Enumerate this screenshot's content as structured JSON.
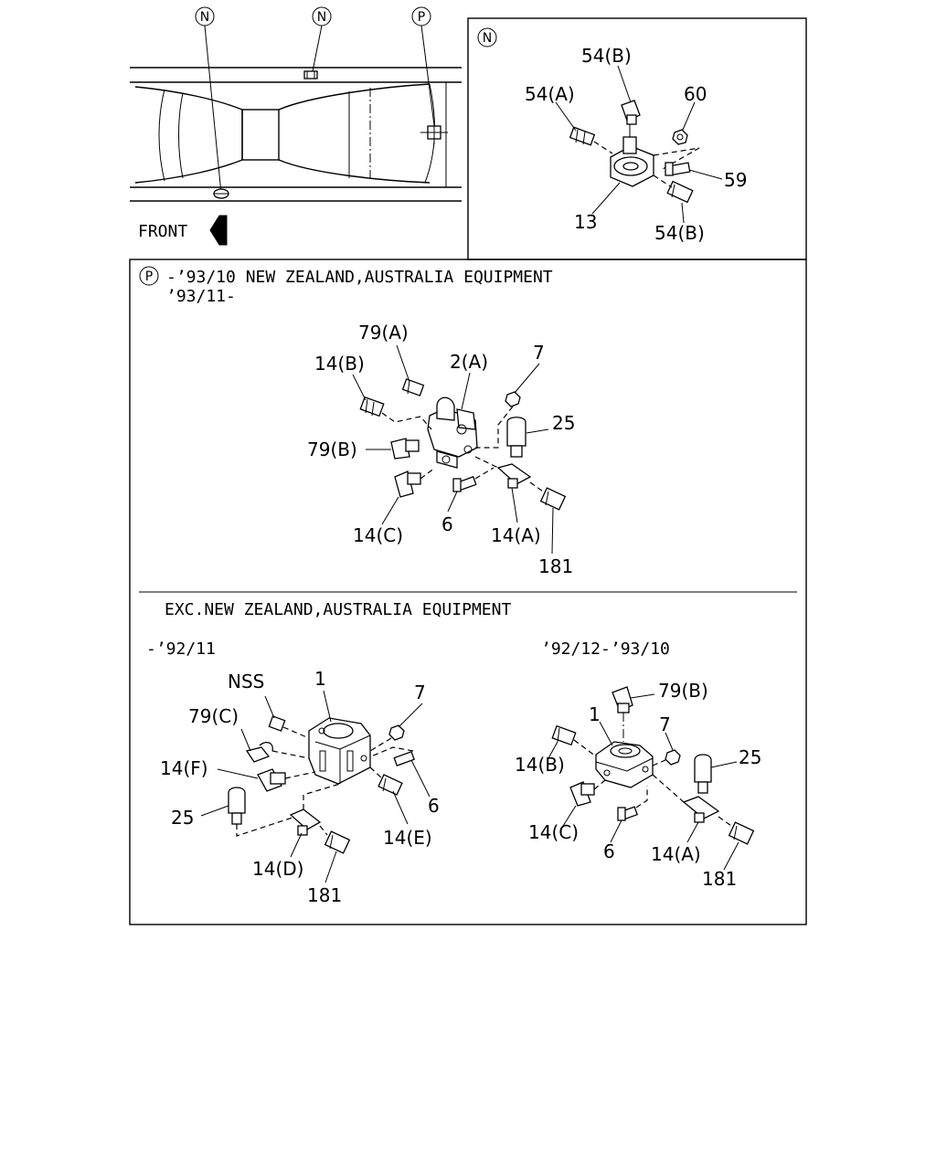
{
  "top_view": {
    "markers": [
      "N",
      "N",
      "P"
    ],
    "front_label": "FRONT"
  },
  "detail_n": {
    "marker": "N",
    "labels": [
      "54(B)",
      "54(A)",
      "60",
      "59",
      "13",
      "54(B)"
    ]
  },
  "detail_p": {
    "marker": "P",
    "heading_line1": "-’93/10 NEW ZEALAND,AUSTRALIA EQUIPMENT",
    "heading_line2": "’93/11-",
    "labels": [
      "79(A)",
      "2(A)",
      "14(B)",
      "7",
      "25",
      "79(B)",
      "14(C)",
      "6",
      "14(A)",
      "181"
    ]
  },
  "detail_exc": {
    "heading": "EXC.NEW ZEALAND,AUSTRALIA EQUIPMENT",
    "left_variant": {
      "period": "-’92/11",
      "labels": [
        "NSS",
        "1",
        "7",
        "79(C)",
        "14(F)",
        "25",
        "6",
        "14(E)",
        "14(D)",
        "181"
      ]
    },
    "right_variant": {
      "period": "’92/12-’93/10",
      "labels": [
        "79(B)",
        "1",
        "7",
        "25",
        "14(B)",
        "14(C)",
        "6",
        "14(A)",
        "181"
      ]
    }
  }
}
